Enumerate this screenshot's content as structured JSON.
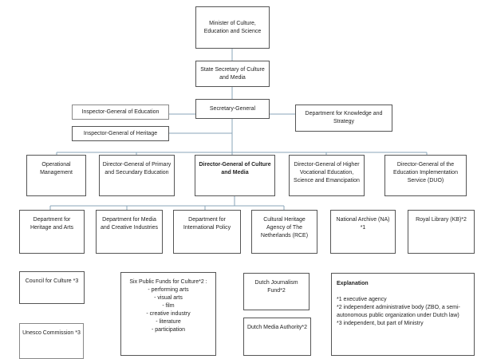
{
  "line_color": "#8aa6b8",
  "top": {
    "minister": "Minister of Culture, Education and Science",
    "state_secretary": "State Secretary of Culture and Media",
    "secretary_general": "Secretary-General"
  },
  "staff": {
    "ig_education": "Inspector-General of Education",
    "ig_heritage": "Inspector-General of Heritage",
    "knowledge_strategy": "Department for Knowledge and Strategy"
  },
  "directorates": [
    "Operational Management",
    "Director-General of Primary and Secundary Education",
    "Director-General of Culture and Media",
    "Director-General of Higher Vocational Education, Science and Emancipation",
    "Director-General of the Education Implementation Service (DUO)"
  ],
  "departments": [
    "Department for Heritage and Arts",
    "Department for Media and Creative Industries",
    "Department for International Policy",
    "Cultural Heritage Agency of The Netherlands (RCE)",
    "National Archive (NA) *1",
    "Royal Library (KB)*2"
  ],
  "bodies": {
    "council": "Council for Culture *3",
    "unesco": "Unesco Commission *3",
    "funds_title": "Six Public Funds for Culture*2 :",
    "funds": [
      "- performing arts",
      "- visual arts",
      "- film",
      "- creative industry",
      "- literature",
      "- participation"
    ],
    "journalism": "Dutch Journalism Fund*2",
    "media_authority": "Dutch Media Authority*2"
  },
  "explanation": {
    "title": "Explanation",
    "items": [
      "*1 executive agency",
      "*2 independent administrative body (ZBO, a semi-autonomous public organization under Dutch law)",
      "*3 independent, but part of Ministry"
    ]
  }
}
